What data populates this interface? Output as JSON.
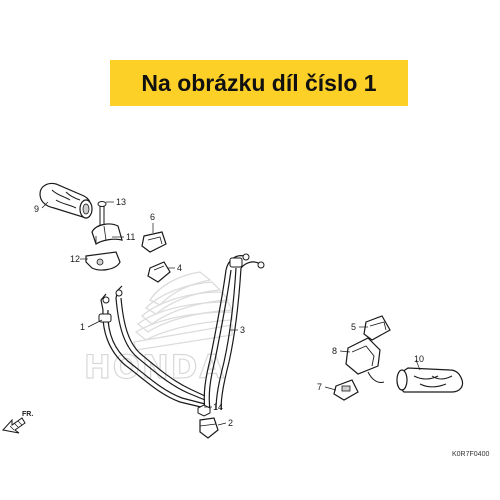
{
  "banner": {
    "text": "Na obrázku díl číslo 1",
    "background": "#fdd027",
    "text_color": "#111111"
  },
  "diagram_code": "K0R7F0400",
  "direction_label": "FR.",
  "watermark": "HONDA",
  "colors": {
    "line": "#1a1a1a",
    "part_fill": "#ffffff",
    "part_shade": "#cfcfcf",
    "watermark": "#dcdcdc"
  },
  "callouts": [
    {
      "id": "1",
      "part": "throttle-cable"
    },
    {
      "id": "2",
      "part": "cable-clamp"
    },
    {
      "id": "3",
      "part": "choke-cable"
    },
    {
      "id": "4",
      "part": "cable-guide"
    },
    {
      "id": "5",
      "part": "switch-housing-upper"
    },
    {
      "id": "6",
      "part": "switch-clip"
    },
    {
      "id": "7",
      "part": "switch-housing-lower"
    },
    {
      "id": "8",
      "part": "switch-assembly"
    },
    {
      "id": "9",
      "part": "left-grip"
    },
    {
      "id": "10",
      "part": "right-grip"
    },
    {
      "id": "11",
      "part": "throttle-housing-upper"
    },
    {
      "id": "12",
      "part": "throttle-housing-lower"
    },
    {
      "id": "13",
      "part": "screw"
    },
    {
      "id": "14",
      "part": "bolt"
    }
  ]
}
